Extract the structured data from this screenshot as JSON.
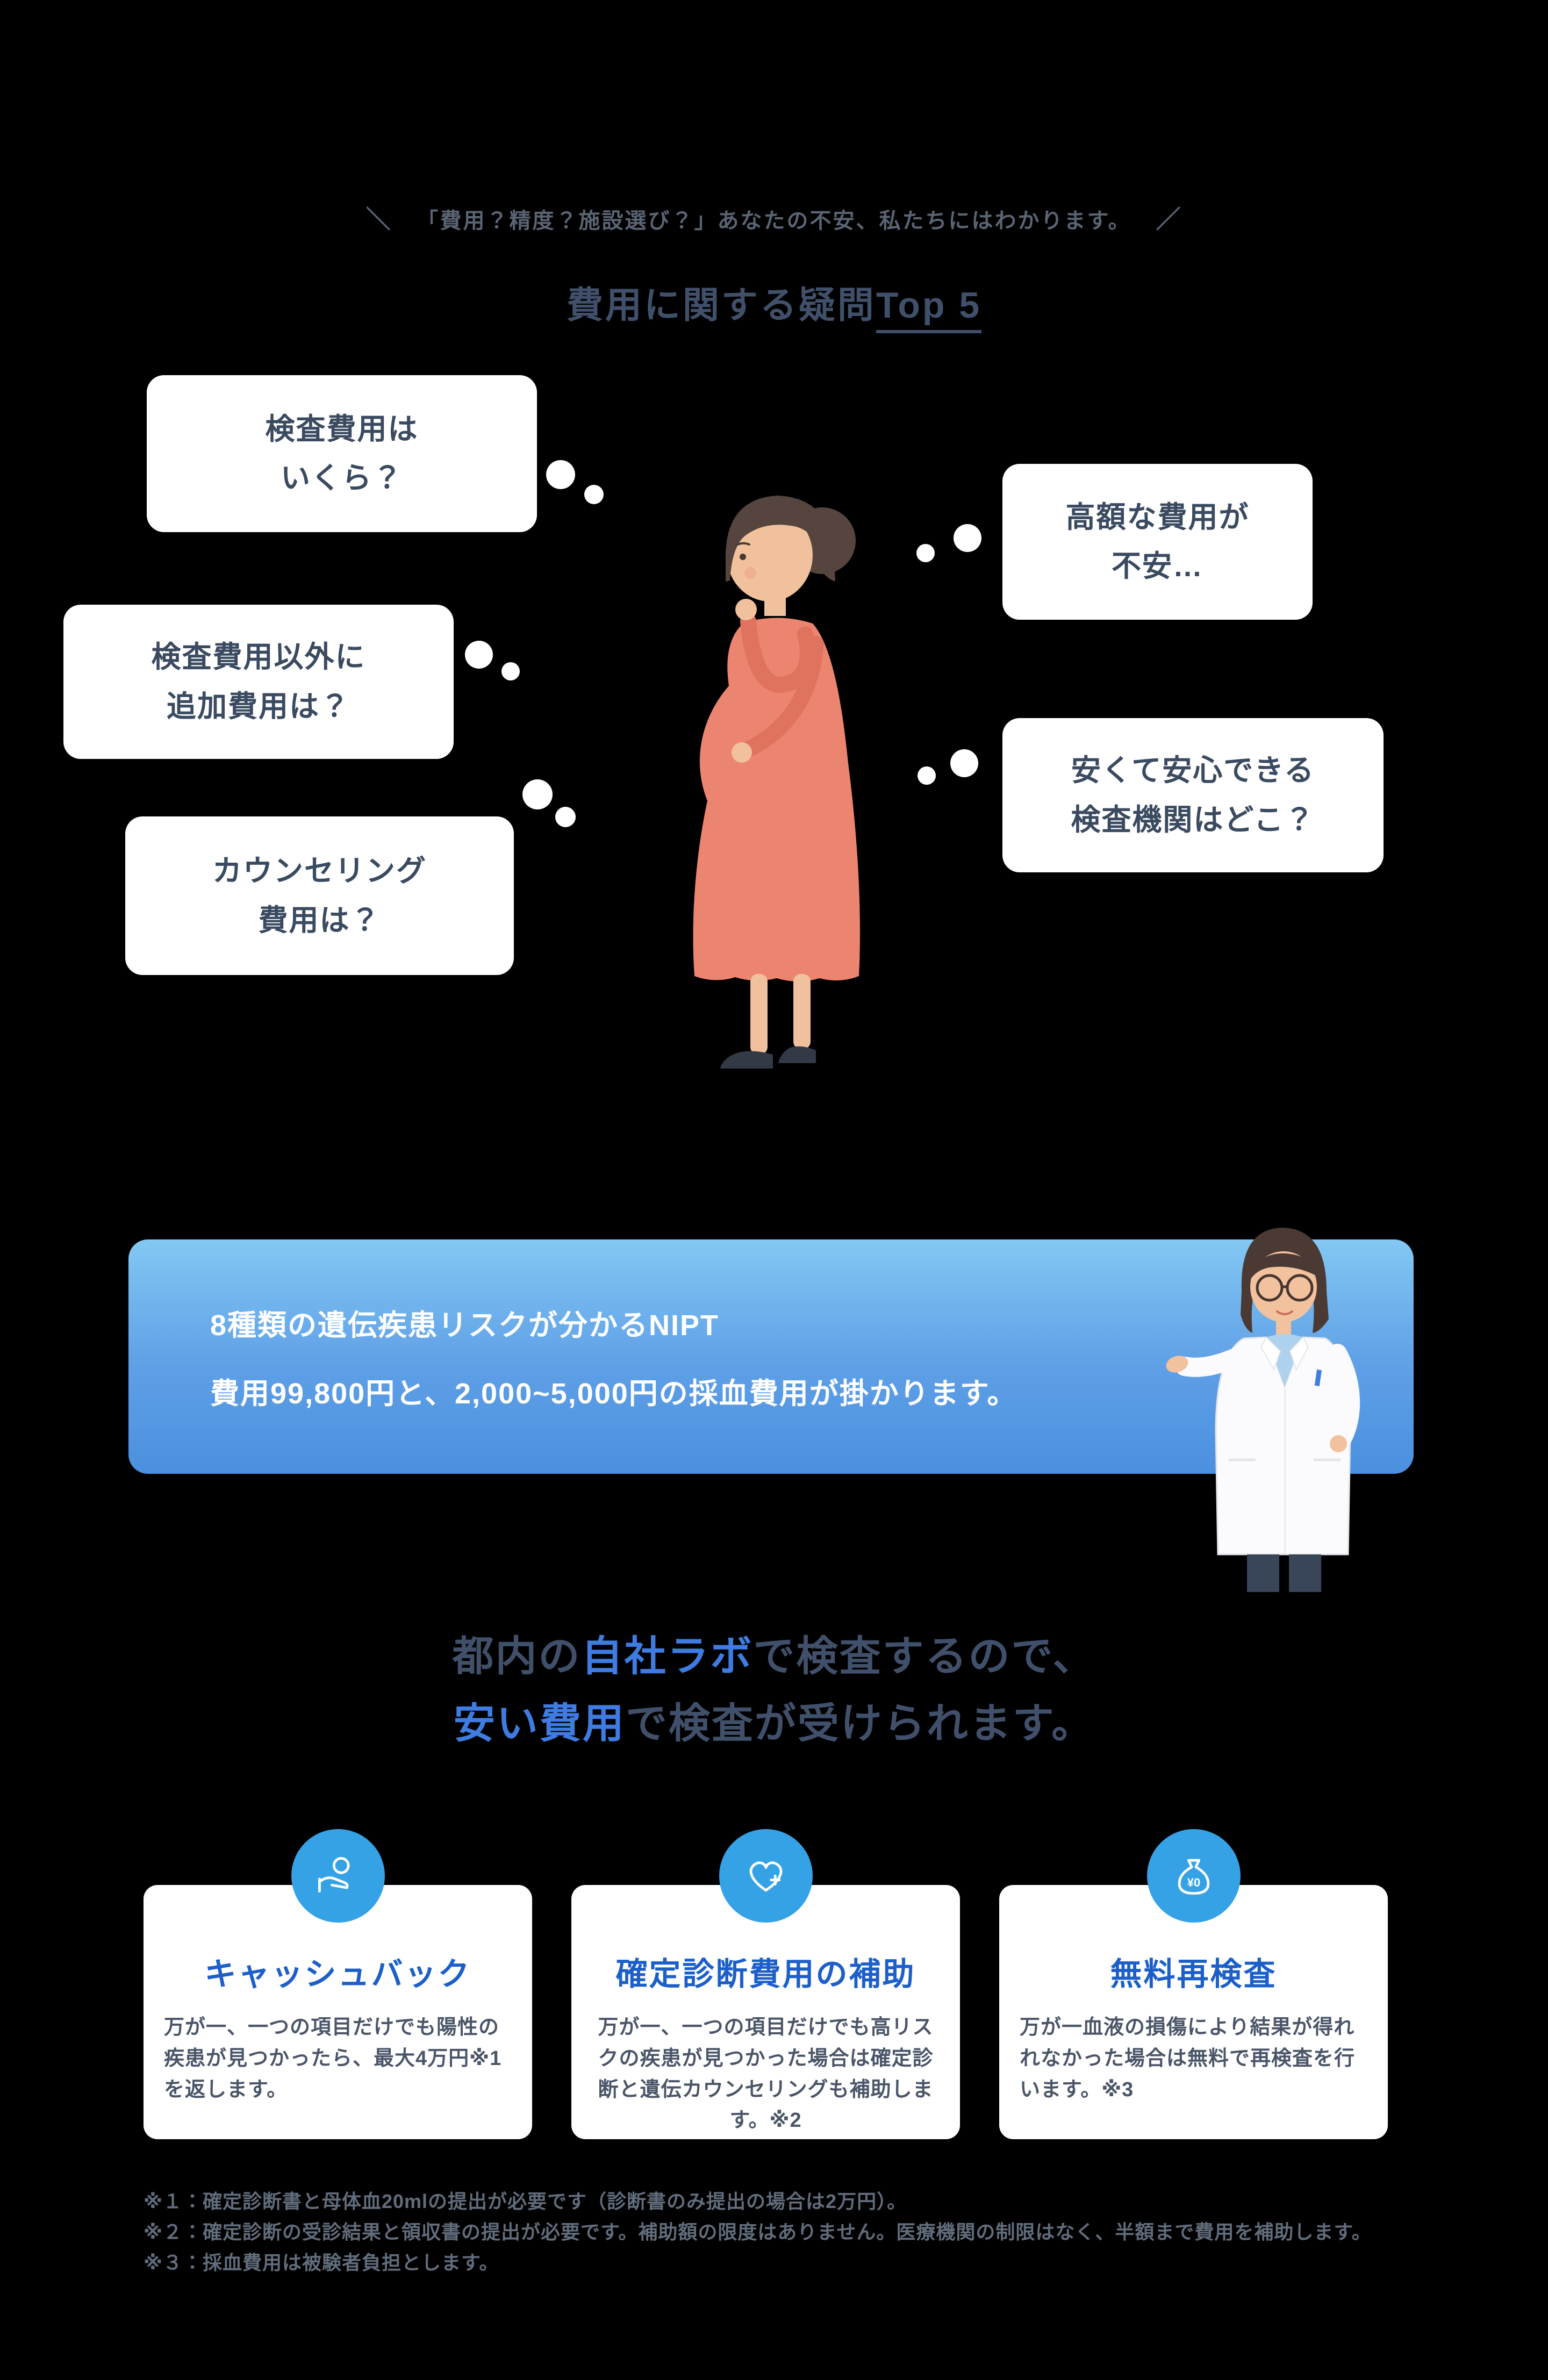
{
  "colors": {
    "background": "#000000",
    "accent_blue": "#3e7ce2",
    "card_title_blue": "#1d5fc9",
    "icon_circle_blue": "#35a2e5",
    "bubble_text": "#3a4a60",
    "answer_gradient_top": "#83c8f3",
    "answer_gradient_bottom": "#4b90df"
  },
  "tagline": {
    "left_mark": "＼",
    "text": "「費用？精度？施設選び？」あなたの不安、私たちにはわかります。",
    "right_mark": "／"
  },
  "heading": {
    "text": "費用に関する疑問",
    "underlined": "Top 5"
  },
  "bubbles": [
    {
      "line1": "検査費用は",
      "line2": "いくら？"
    },
    {
      "line1": "高額な費用が",
      "line2": "不安…"
    },
    {
      "line1": "検査費用以外に",
      "line2": "追加費用は？"
    },
    {
      "line1": "安くて安心できる",
      "line2": "検査機関はどこ？"
    },
    {
      "line1": "カウンセリング",
      "line2": "費用は？"
    }
  ],
  "answer_box": {
    "line1": "8種類の遺伝疾患リスクが分かるNIPT",
    "line2": "費用99,800円と、2,000~5,000円の採血費用が掛かります。"
  },
  "lab_message": {
    "line1_pre": "都内の",
    "line1_accent": "自社ラボ",
    "line1_post": "で検査するので、",
    "line2_accent": "安い費用",
    "line2_post": "で検査が受けられます。"
  },
  "cards": [
    {
      "title": "キャッシュバック",
      "body": "万が一、一つの項目だけでも陽性の疾患が見つかったら、最大4万円※1を返します。",
      "icon": "hand-coin-icon"
    },
    {
      "title": "確定診断費用の補助",
      "body": "万が一、一つの項目だけでも高リスクの疾患が見つかった場合は確定診断と遺伝カウンセリングも補助します。※2",
      "icon": "heart-plus-icon"
    },
    {
      "title": "無料再検査",
      "body": "万が一血液の損傷により結果が得れれなかった場合は無料で再検査を行います。※3",
      "icon": "money-bag-icon",
      "icon_label": "¥0"
    }
  ],
  "footnotes": [
    "※１：確定診断書と母体血20mlの提出が必要です（診断書のみ提出の場合は2万円）。",
    "※２：確定診断の受診結果と領収書の提出が必要です。補助額の限度はありません。医療機関の制限はなく、半額まで費用を補助します。",
    "※３：採血費用は被験者負担とします。"
  ]
}
